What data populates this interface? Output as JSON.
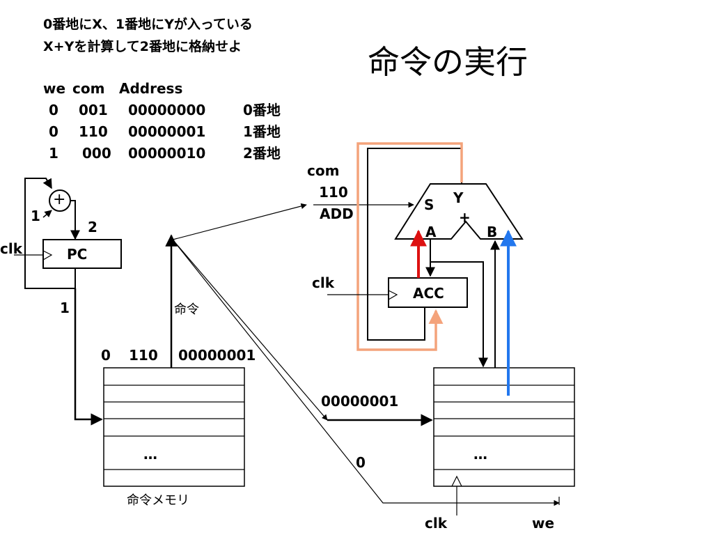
{
  "title": "命令の実行",
  "notes": {
    "line1": "0番地にX、1番地にYが入っている",
    "line2": "X+Yを計算して2番地に格納せよ"
  },
  "table": {
    "headers": [
      "we",
      "com",
      "Address"
    ],
    "rows": [
      {
        "we": "0",
        "com": "001",
        "address": "00000000",
        "label": "0番地"
      },
      {
        "we": "0",
        "com": "110",
        "address": "00000001",
        "label": "1番地"
      },
      {
        "we": "1",
        "com": "000",
        "address": "00000010",
        "label": "2番地"
      }
    ]
  },
  "pc": {
    "label": "PC",
    "clk": "clk",
    "increment": "1",
    "adder_symbol": "+",
    "input_label": "2",
    "output_label": "1"
  },
  "instruction_memory": {
    "label": "命令メモリ",
    "bus_label": "命令",
    "current_we": "0",
    "current_com": "110",
    "current_address": "00000001",
    "ellipsis": "…"
  },
  "alu": {
    "com_label": "com",
    "com_value": "110",
    "com_op": "ADD",
    "s_port": "S",
    "y_port": "Y",
    "op_symbol": "+",
    "a_port": "A",
    "b_port": "B"
  },
  "acc": {
    "label": "ACC",
    "clk": "clk"
  },
  "data_memory": {
    "address_value": "00000001",
    "we_value": "0",
    "ellipsis": "…",
    "clk": "clk",
    "we": "we"
  },
  "colors": {
    "orange_path": "#f4a37b",
    "red_arrow": "#dd1111",
    "blue_arrow": "#2277ee",
    "line": "#000000"
  }
}
